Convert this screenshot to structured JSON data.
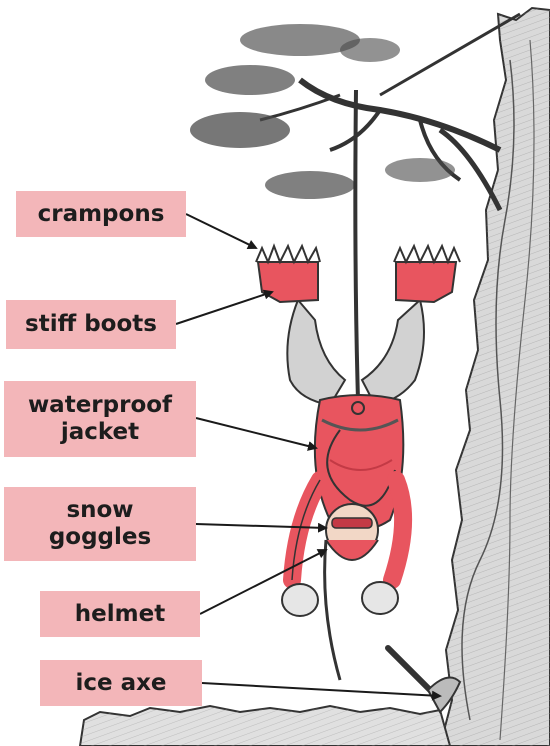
{
  "labels": {
    "crampons": "crampons",
    "stiff_boots": "stiff boots",
    "waterproof_jacket_line1": "waterproof",
    "waterproof_jacket_line2": "jacket",
    "snow_goggles_line1": "snow",
    "snow_goggles_line2": "goggles",
    "helmet": "helmet",
    "ice_axe": "ice axe"
  },
  "colors": {
    "label_bg": "#f3b6b9",
    "clothing_red": "#e8555f",
    "clothing_shade": "#c33a45",
    "rock": "#dcdcdc",
    "ink": "#2a2a2a"
  }
}
